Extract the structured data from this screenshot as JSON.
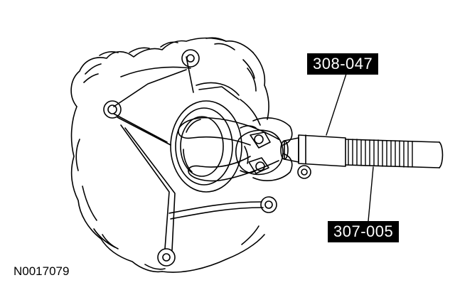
{
  "callouts": {
    "upper": "308-047",
    "lower": "307-005"
  },
  "figure_id": "N0017079",
  "colors": {
    "ink": "#000000",
    "paper": "#ffffff",
    "label_bg": "#000000",
    "label_text": "#ffffff"
  }
}
